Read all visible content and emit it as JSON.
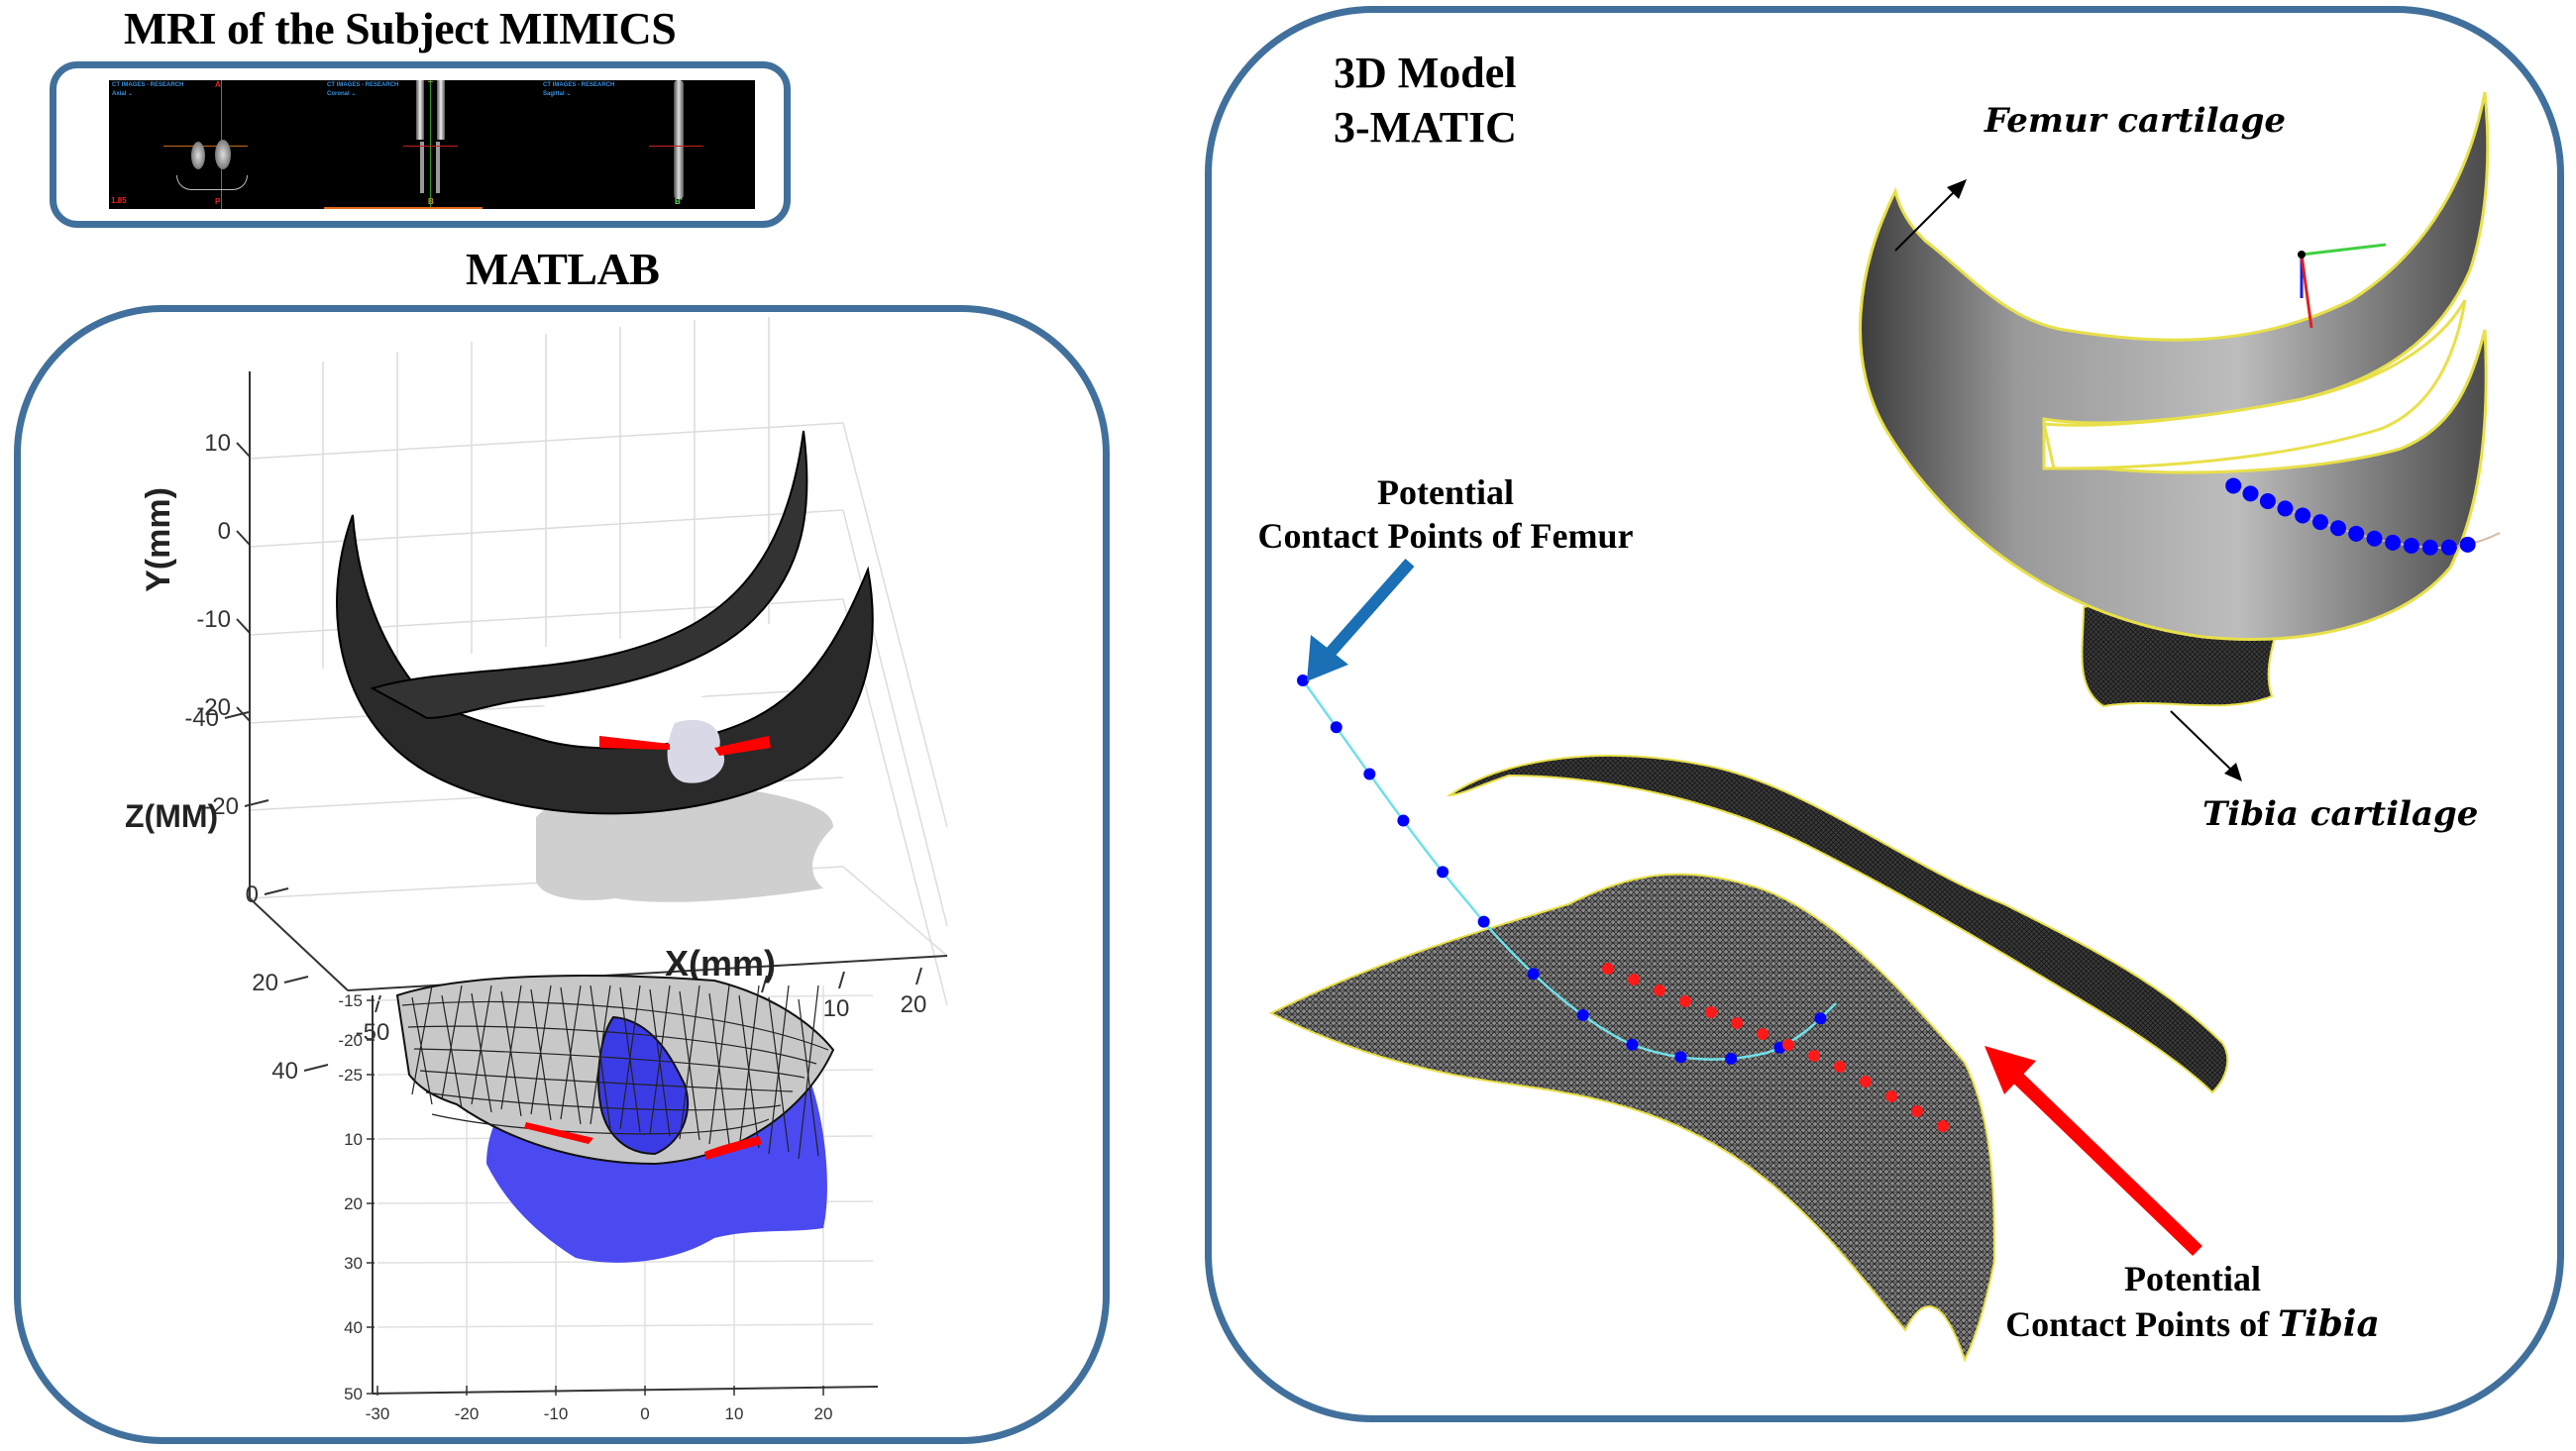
{
  "mimics": {
    "title": "MRI of the Subject MIMICS",
    "views": [
      {
        "header": "CT IMAGES - RESEARCH",
        "view": "Axial ⌄",
        "top_marker": "A",
        "bottom_marker": "P",
        "corner_value": "1.85"
      },
      {
        "header": "CT IMAGES - RESEARCH",
        "view": "Coronal ⌄",
        "top_marker": "T",
        "bottom_marker": "B"
      },
      {
        "header": "CT IMAGES - RESEARCH",
        "view": "Sagittal ⌄",
        "top_marker": "T",
        "bottom_marker": "B'"
      }
    ]
  },
  "matlab": {
    "title": "MATLAB",
    "plot3d": {
      "ylabel": "Y(mm)",
      "zlabel": "Z(MM)",
      "xlabel": "X(mm)",
      "y_ticks": [
        "10",
        "0",
        "-10",
        "-20"
      ],
      "z_ticks": [
        "-40",
        "-20",
        "0",
        "20",
        "40"
      ],
      "x_ticks": [
        "-50",
        "-40",
        "-30",
        "-20",
        "-10",
        "0",
        "10",
        "20"
      ]
    },
    "plot2d": {
      "y_ticks": [
        "-15",
        "-20",
        "-25",
        "10",
        "20",
        "30",
        "40",
        "50"
      ],
      "x_ticks": [
        "-30",
        "-20",
        "-10",
        "0",
        "10",
        "20"
      ]
    }
  },
  "model3d": {
    "title_line1": "3D Model",
    "title_line2": "3-MATIC",
    "femur_label": "Femur cartilage",
    "tibia_label": "Tibia cartilage",
    "femur_contact_line1": "Potential",
    "femur_contact_line2": "Contact Points of Femur",
    "tibia_contact_line1": "Potential",
    "tibia_contact_line2_prefix": "Contact Points of ",
    "tibia_contact_line2_italic": "Tibia",
    "femur_contact_point_count": 14,
    "colors": {
      "panel_border": "#41709c",
      "femur_points": "#0000ff",
      "tibia_points": "#ff1a1a",
      "femur_arrow": "#1a6fb5",
      "tibia_arrow": "#ff0000",
      "path_line": "#6fe0e8",
      "surface_edge": "#e8e04a"
    }
  }
}
